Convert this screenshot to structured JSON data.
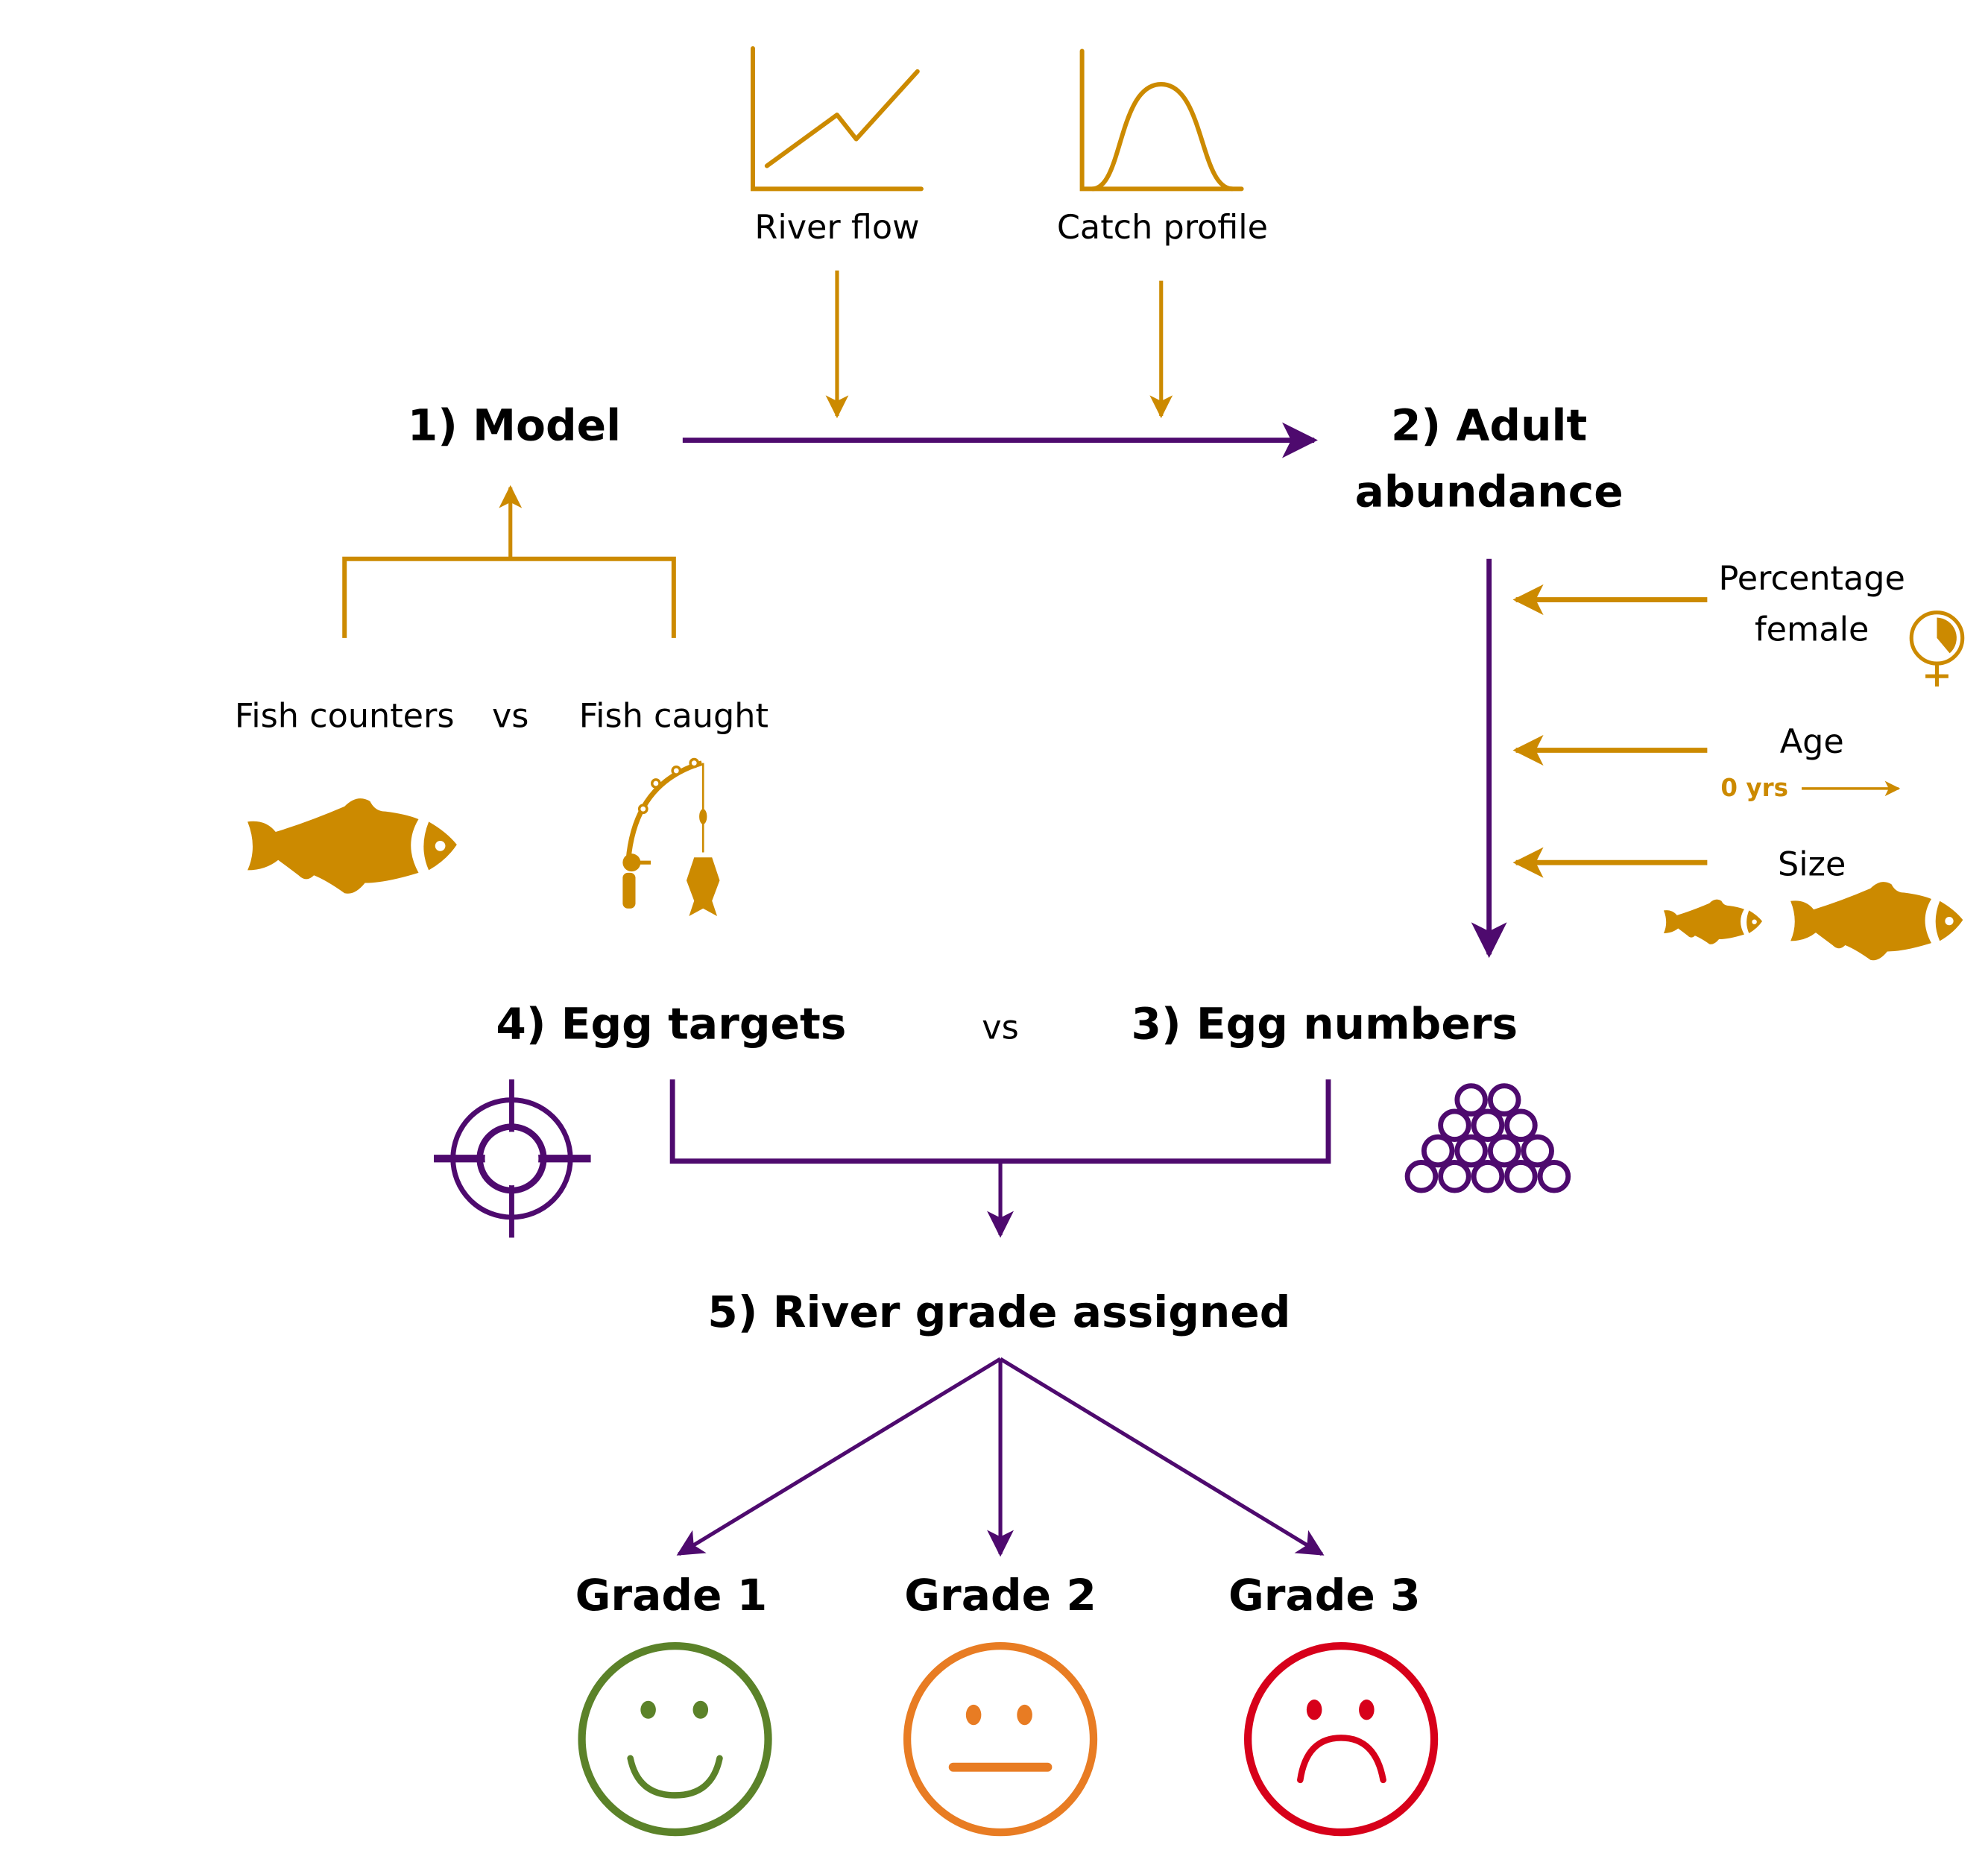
{
  "colors": {
    "gold": "#CC8A00",
    "purple": "#4E0A6E",
    "grade1": "#5B8229",
    "grade2": "#E87C23",
    "grade3": "#D7001A",
    "text": "#000000"
  },
  "inputs_top": {
    "river_flow": {
      "label": "River flow",
      "icon": "line-chart-icon"
    },
    "catch_profile": {
      "label": "Catch profile",
      "icon": "bell-curve-icon"
    }
  },
  "steps": {
    "model": "1) Model",
    "adult_line1": "2) Adult",
    "adult_line2": "abundance",
    "egg_numbers": "3) Egg numbers",
    "egg_targets": "4) Egg targets",
    "river_grade": "5) River grade assigned"
  },
  "model_inputs": {
    "fish_counters": {
      "label": "Fish counters",
      "icon": "fish-icon"
    },
    "vs": "vs",
    "fish_caught": {
      "label": "Fish caught",
      "icon": "fishing-rod-icon"
    }
  },
  "egg_vs": "vs",
  "adult_factors": {
    "percentage_female_line1": "Percentage",
    "percentage_female_line2": "female",
    "age": "Age",
    "age_start": "0 yrs",
    "size": "Size"
  },
  "grades": [
    {
      "label": "Grade 1",
      "face": "happy-face-icon"
    },
    {
      "label": "Grade 2",
      "face": "neutral-face-icon"
    },
    {
      "label": "Grade 3",
      "face": "sad-face-icon"
    }
  ]
}
